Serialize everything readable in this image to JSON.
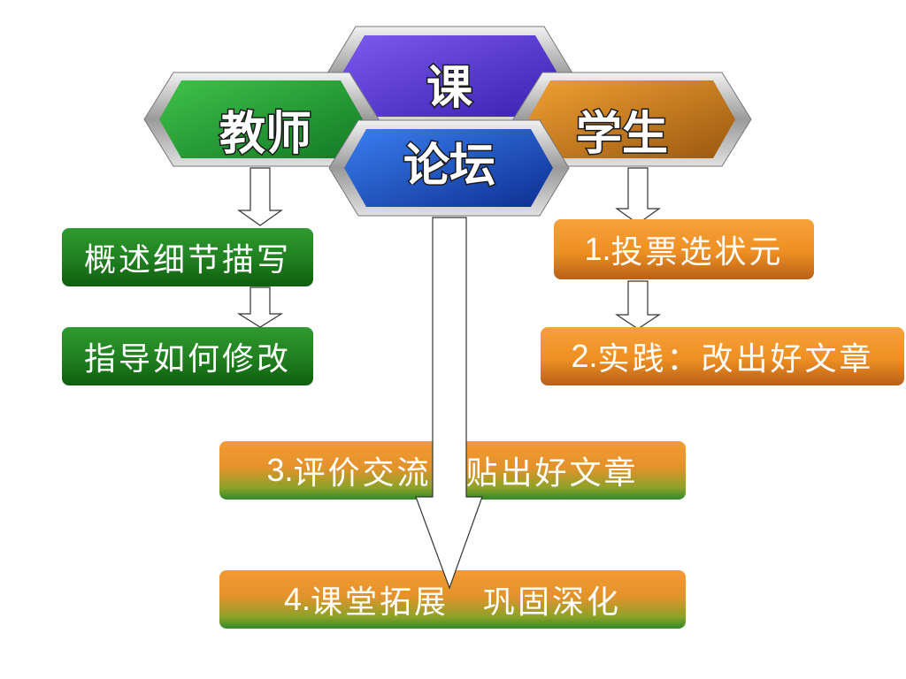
{
  "hexagons": {
    "course": {
      "text": "课",
      "color": "#5b3fd6"
    },
    "teacher": {
      "text": "教师",
      "color": "#22a33a"
    },
    "student": {
      "text": "学生",
      "color": "#e28a1c"
    },
    "forum": {
      "text": "论坛",
      "color": "#1f56c8"
    }
  },
  "teacher_steps": [
    {
      "text": "概述细节描写"
    },
    {
      "text": "指导如何修改"
    }
  ],
  "student_steps": [
    {
      "num": "1.",
      "text": "投票选状元"
    },
    {
      "num": "2.",
      "text": "实践：改出好文章"
    },
    {
      "num": "3.",
      "text": "评价交流　贴出好文章"
    },
    {
      "num": "4.",
      "text": "课堂拓展　巩固深化"
    }
  ],
  "colors": {
    "green": "#1f7f1f",
    "orange": "#ee8f22",
    "frame": "#a9a9a9"
  }
}
